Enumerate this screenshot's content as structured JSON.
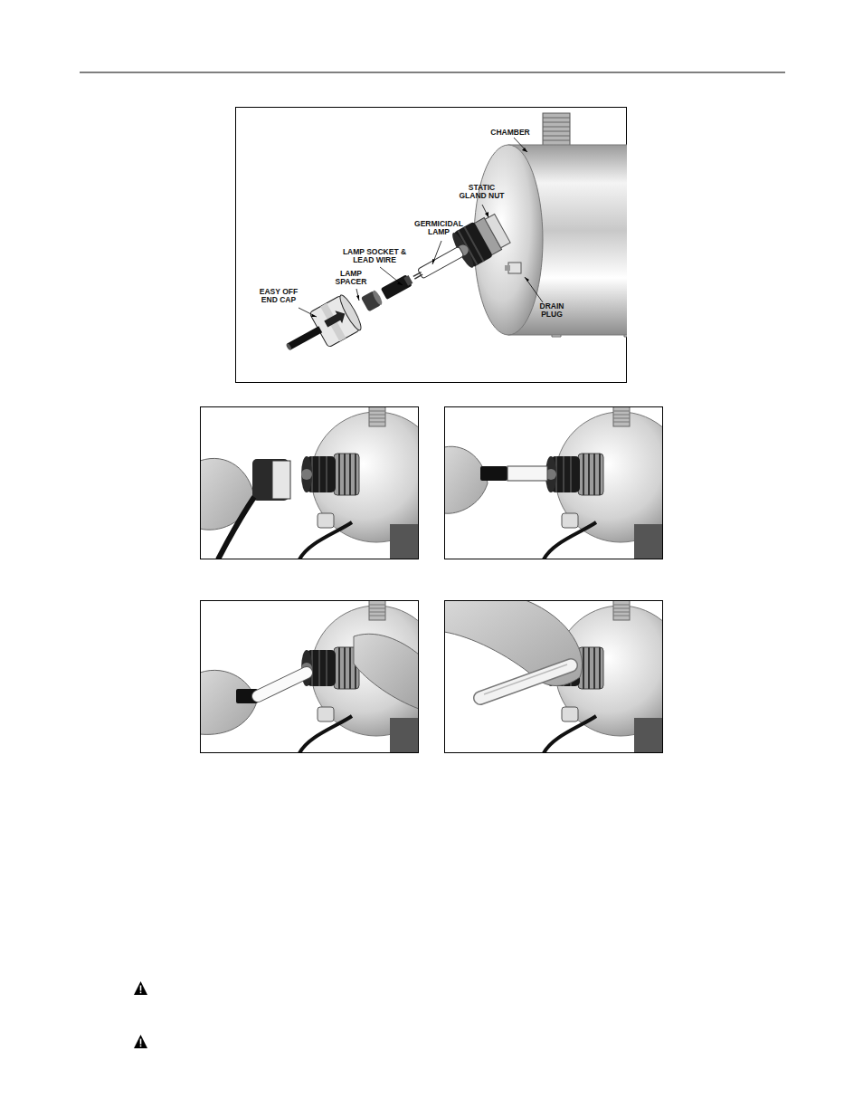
{
  "diagram": {
    "labels": [
      "CHAMBER",
      "STATIC GLAND NUT",
      "GERMICIDAL LAMP",
      "LAMP SOCKET & LEAD WIRE",
      "LAMP SPACER",
      "EASY OFF END CAP",
      "DRAIN PLUG"
    ]
  }
}
